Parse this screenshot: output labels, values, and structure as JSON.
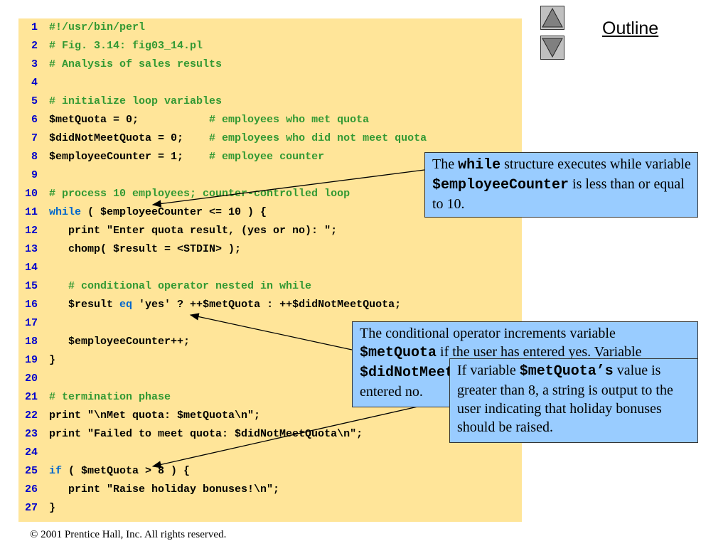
{
  "nav": {
    "up_icon": "triangle-up-icon",
    "down_icon": "triangle-down-icon",
    "outline_label": "Outline"
  },
  "code": {
    "lines": [
      {
        "n": "1",
        "segs": [
          {
            "t": "#!/usr/bin/perl",
            "c": "cm"
          }
        ]
      },
      {
        "n": "2",
        "segs": [
          {
            "t": "# Fig. 3.14: fig03_14.pl",
            "c": "cm"
          }
        ]
      },
      {
        "n": "3",
        "segs": [
          {
            "t": "# Analysis of sales results",
            "c": "cm"
          }
        ]
      },
      {
        "n": "4",
        "segs": []
      },
      {
        "n": "5",
        "segs": [
          {
            "t": "# initialize loop variables",
            "c": "cm"
          }
        ]
      },
      {
        "n": "6",
        "segs": [
          {
            "t": "$metQuota = 0;           ",
            "c": ""
          },
          {
            "t": "# employees who met quota",
            "c": "cm"
          }
        ]
      },
      {
        "n": "7",
        "segs": [
          {
            "t": "$didNotMeetQuota = 0;    ",
            "c": ""
          },
          {
            "t": "# employees who did not meet quota",
            "c": "cm"
          }
        ]
      },
      {
        "n": "8",
        "segs": [
          {
            "t": "$employeeCounter = 1;    ",
            "c": ""
          },
          {
            "t": "# employee counter",
            "c": "cm"
          }
        ]
      },
      {
        "n": "9",
        "segs": []
      },
      {
        "n": "10",
        "segs": [
          {
            "t": "# process 10 employees; counter-controlled loop",
            "c": "cm"
          }
        ]
      },
      {
        "n": "11",
        "segs": [
          {
            "t": "while",
            "c": "kw"
          },
          {
            "t": " ( $employeeCounter <= 10 ) {",
            "c": ""
          }
        ]
      },
      {
        "n": "12",
        "segs": [
          {
            "t": "   print \"Enter quota result, (yes or no): \";",
            "c": ""
          }
        ]
      },
      {
        "n": "13",
        "segs": [
          {
            "t": "   chomp( $result = <STDIN> );",
            "c": ""
          }
        ]
      },
      {
        "n": "14",
        "segs": []
      },
      {
        "n": "15",
        "segs": [
          {
            "t": "   # conditional operator nested in while",
            "c": "cm"
          }
        ]
      },
      {
        "n": "16",
        "segs": [
          {
            "t": "   $result ",
            "c": ""
          },
          {
            "t": "eq",
            "c": "kw"
          },
          {
            "t": " 'yes' ? ++$metQuota : ++$didNotMeetQuota;",
            "c": ""
          }
        ]
      },
      {
        "n": "17",
        "segs": []
      },
      {
        "n": "18",
        "segs": [
          {
            "t": "   $employeeCounter++;",
            "c": ""
          }
        ]
      },
      {
        "n": "19",
        "segs": [
          {
            "t": "}",
            "c": ""
          }
        ]
      },
      {
        "n": "20",
        "segs": []
      },
      {
        "n": "21",
        "segs": [
          {
            "t": "# termination phase",
            "c": "cm"
          }
        ]
      },
      {
        "n": "22",
        "segs": [
          {
            "t": "print \"\\nMet quota: $metQuota\\n\";",
            "c": ""
          }
        ]
      },
      {
        "n": "23",
        "segs": [
          {
            "t": "print \"Failed to meet quota: $didNotMeetQuota\\n\";",
            "c": ""
          }
        ]
      },
      {
        "n": "24",
        "segs": []
      },
      {
        "n": "25",
        "segs": [
          {
            "t": "if",
            "c": "kw"
          },
          {
            "t": " ( $metQuota > 8 ) {",
            "c": ""
          }
        ]
      },
      {
        "n": "26",
        "segs": [
          {
            "t": "   print \"Raise holiday bonuses!\\n\";",
            "c": ""
          }
        ]
      },
      {
        "n": "27",
        "segs": [
          {
            "t": "}",
            "c": ""
          }
        ]
      }
    ]
  },
  "callout1": {
    "t1": "The ",
    "m1": "while",
    "t2": " structure executes while variable ",
    "m2": "$employeeCounter",
    "t3": " is less than or equal to 10."
  },
  "callout2": {
    "t1": "The conditional operator increments variable ",
    "m1": "$metQuota",
    "t2": " if the user has entered yes. Variable ",
    "m2": "$didNotMeetQuota",
    "t3": " is incremented if the user has entered no."
  },
  "callout3": {
    "t1": "If variable ",
    "m1": "$metQuota’s",
    "t2": " value is greater than 8, a string is output to the user indicating that holiday bonuses should be raised."
  },
  "footer": {
    "text": "© 2001 Prentice Hall, Inc.  All rights reserved."
  }
}
